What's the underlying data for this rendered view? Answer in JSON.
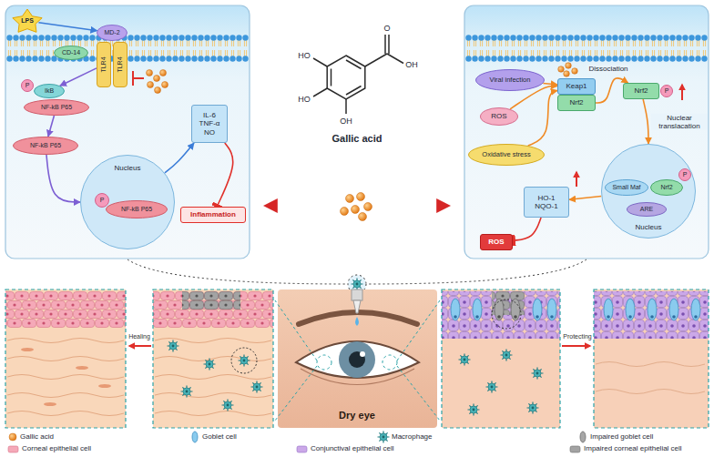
{
  "diagram": {
    "nodes": [
      {
        "text": [
          "LPS"
        ]
      },
      {
        "text": [
          "CD-14"
        ]
      },
      {
        "text": [
          "MD-2"
        ]
      },
      {
        "text": [
          "TLR4"
        ]
      },
      {
        "text": [
          "TLR4"
        ]
      },
      {
        "text": [
          "IkB"
        ]
      },
      {
        "text": [
          "P"
        ]
      },
      {
        "text": [
          "NF-kB P65"
        ]
      },
      {
        "text": [
          "NF-kB P65"
        ]
      },
      {
        "text": [
          "Nucleus"
        ]
      },
      {
        "text": [
          "P"
        ],
        "in": 9
      },
      {
        "text": [
          "NF-kB P65"
        ],
        "in": 9
      },
      {
        "text": [
          "IL-6 TNF-α NO"
        ]
      },
      {
        "text": [
          "Inflammation"
        ]
      },
      {
        "text": [
          "Viral infection"
        ]
      },
      {
        "text": [
          "ROS"
        ]
      },
      {
        "text": [
          "Oxidative stress"
        ]
      },
      {
        "text": [
          "Keap1"
        ]
      },
      {
        "text": [
          "Nrf2"
        ]
      },
      {
        "text": [
          "Nrf2"
        ]
      },
      {
        "text": [
          "P"
        ]
      },
      {
        "text": [
          "Nucleus"
        ]
      },
      {
        "text": [
          "Small Maf"
        ],
        "in": 21
      },
      {
        "text": [
          "Nrf2"
        ],
        "in": 21
      },
      {
        "text": [
          "P"
        ],
        "in": 21
      },
      {
        "text": [
          "ARE"
        ],
        "in": 21
      },
      {
        "text": [
          "HO-1 NQO-1"
        ]
      },
      {
        "text": [
          "ROS"
        ]
      }
    ],
    "edges": [
      {
        "from": 0,
        "to": 2,
        "arrow": "to"
      },
      {
        "from": 3,
        "to": 5,
        "arrow": "to"
      },
      {
        "from": 7,
        "to": 8,
        "arrow": "to"
      },
      {
        "from": 8,
        "to": 9,
        "arrow": "to"
      },
      {
        "from": 9,
        "to": 12,
        "arrow": "to"
      },
      {
        "from": 12,
        "to": 13,
        "arrow": "to"
      },
      {
        "from": 14,
        "to": 17,
        "arrow": "to"
      },
      {
        "from": 15,
        "to": 17,
        "arrow": "to"
      },
      {
        "from": 16,
        "to": 17,
        "arrow": "to"
      },
      {
        "from": 18,
        "to": 19,
        "label": "Dissociation",
        "arrow": "to"
      },
      {
        "from": 19,
        "to": 21,
        "label": "Nuclear translacation",
        "arrow": "to"
      },
      {
        "from": 21,
        "to": 26,
        "arrow": "to"
      },
      {
        "from": 26,
        "to": 27,
        "arrow": "to"
      }
    ],
    "labels": [
      "O",
      "OH",
      "HO",
      "HO",
      "OH",
      "Gallic acid",
      "Healing",
      "Dry eye",
      "Protecting"
    ],
    "legend": [
      {
        "text": "Gallic acid"
      },
      {
        "text": "Goblet cell"
      },
      {
        "text": "Macrophage"
      },
      {
        "text": "Impaired goblet cell"
      },
      {
        "text": "Corneal epithelial cell"
      },
      {
        "text": "Conjunctival epithelial cell"
      },
      {
        "text": "Impaired corneal epithelial cell"
      }
    ]
  }
}
